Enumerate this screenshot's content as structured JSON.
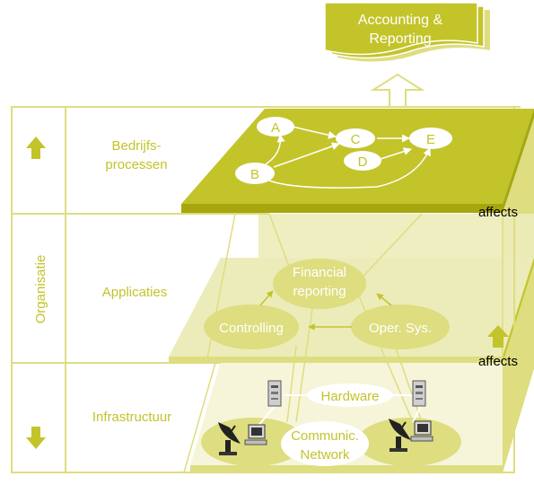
{
  "colors": {
    "olive": "#c3c42a",
    "olive_dark": "#a6a70e",
    "olive_light": "#dedd80",
    "olive_pale": "#ececba",
    "olive_faint": "#f6f5d9",
    "white": "#ffffff"
  },
  "output": {
    "line1": "Accounting &",
    "line2": "Reporting"
  },
  "side_label": "Organisatie",
  "layers": {
    "process": {
      "label_line1": "Bedrijfs-",
      "label_line2": "processen"
    },
    "applications": {
      "label": "Applicaties"
    },
    "infrastructure": {
      "label": "Infrastructuur"
    }
  },
  "processes": {
    "nodes": [
      "A",
      "B",
      "C",
      "D",
      "E"
    ]
  },
  "applications": {
    "financial_line1": "Financial",
    "financial_line2": "reporting",
    "controlling": "Controlling",
    "oper_sys": "Oper. Sys."
  },
  "infrastructure": {
    "hardware": "Hardware",
    "network_line1": "Communic.",
    "network_line2": "Network"
  },
  "affects": {
    "upper": "affects",
    "lower": "affects"
  },
  "icons": [
    "arrow-up-icon",
    "arrow-down-icon",
    "server-icon",
    "satellite-dish-icon",
    "computer-icon"
  ]
}
